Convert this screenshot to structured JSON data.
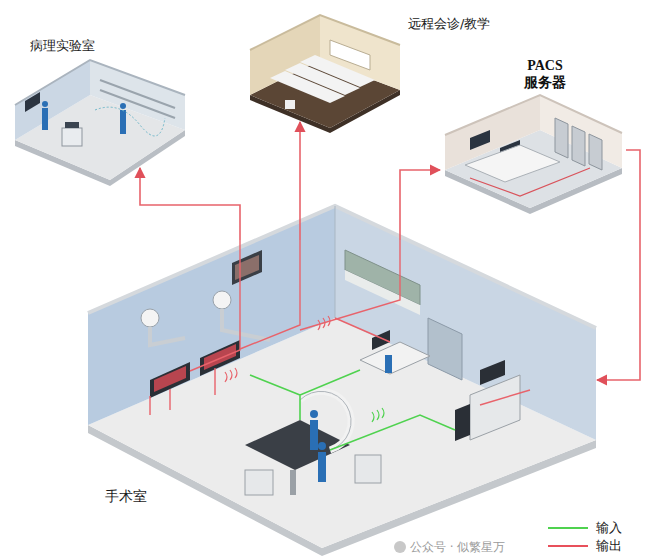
{
  "diagram": {
    "nodes": [
      {
        "text": [
          "病理实验室"
        ]
      },
      {
        "text": [
          "远程会诊/教学"
        ]
      },
      {
        "text": [
          "PACS 服务器"
        ]
      },
      {
        "text": [
          "手术室"
        ]
      }
    ],
    "edges": [
      {
        "from": 3,
        "to": 0,
        "arrow": "to"
      },
      {
        "from": 3,
        "to": 1,
        "arrow": "to"
      },
      {
        "from": 3,
        "to": 2,
        "arrow": "to"
      },
      {
        "from": 2,
        "to": 3,
        "arrow": "to"
      }
    ],
    "labels": [
      "公众号 · 似繁星万"
    ],
    "legend": [
      {
        "text": "输入"
      },
      {
        "text": "输出"
      }
    ]
  }
}
